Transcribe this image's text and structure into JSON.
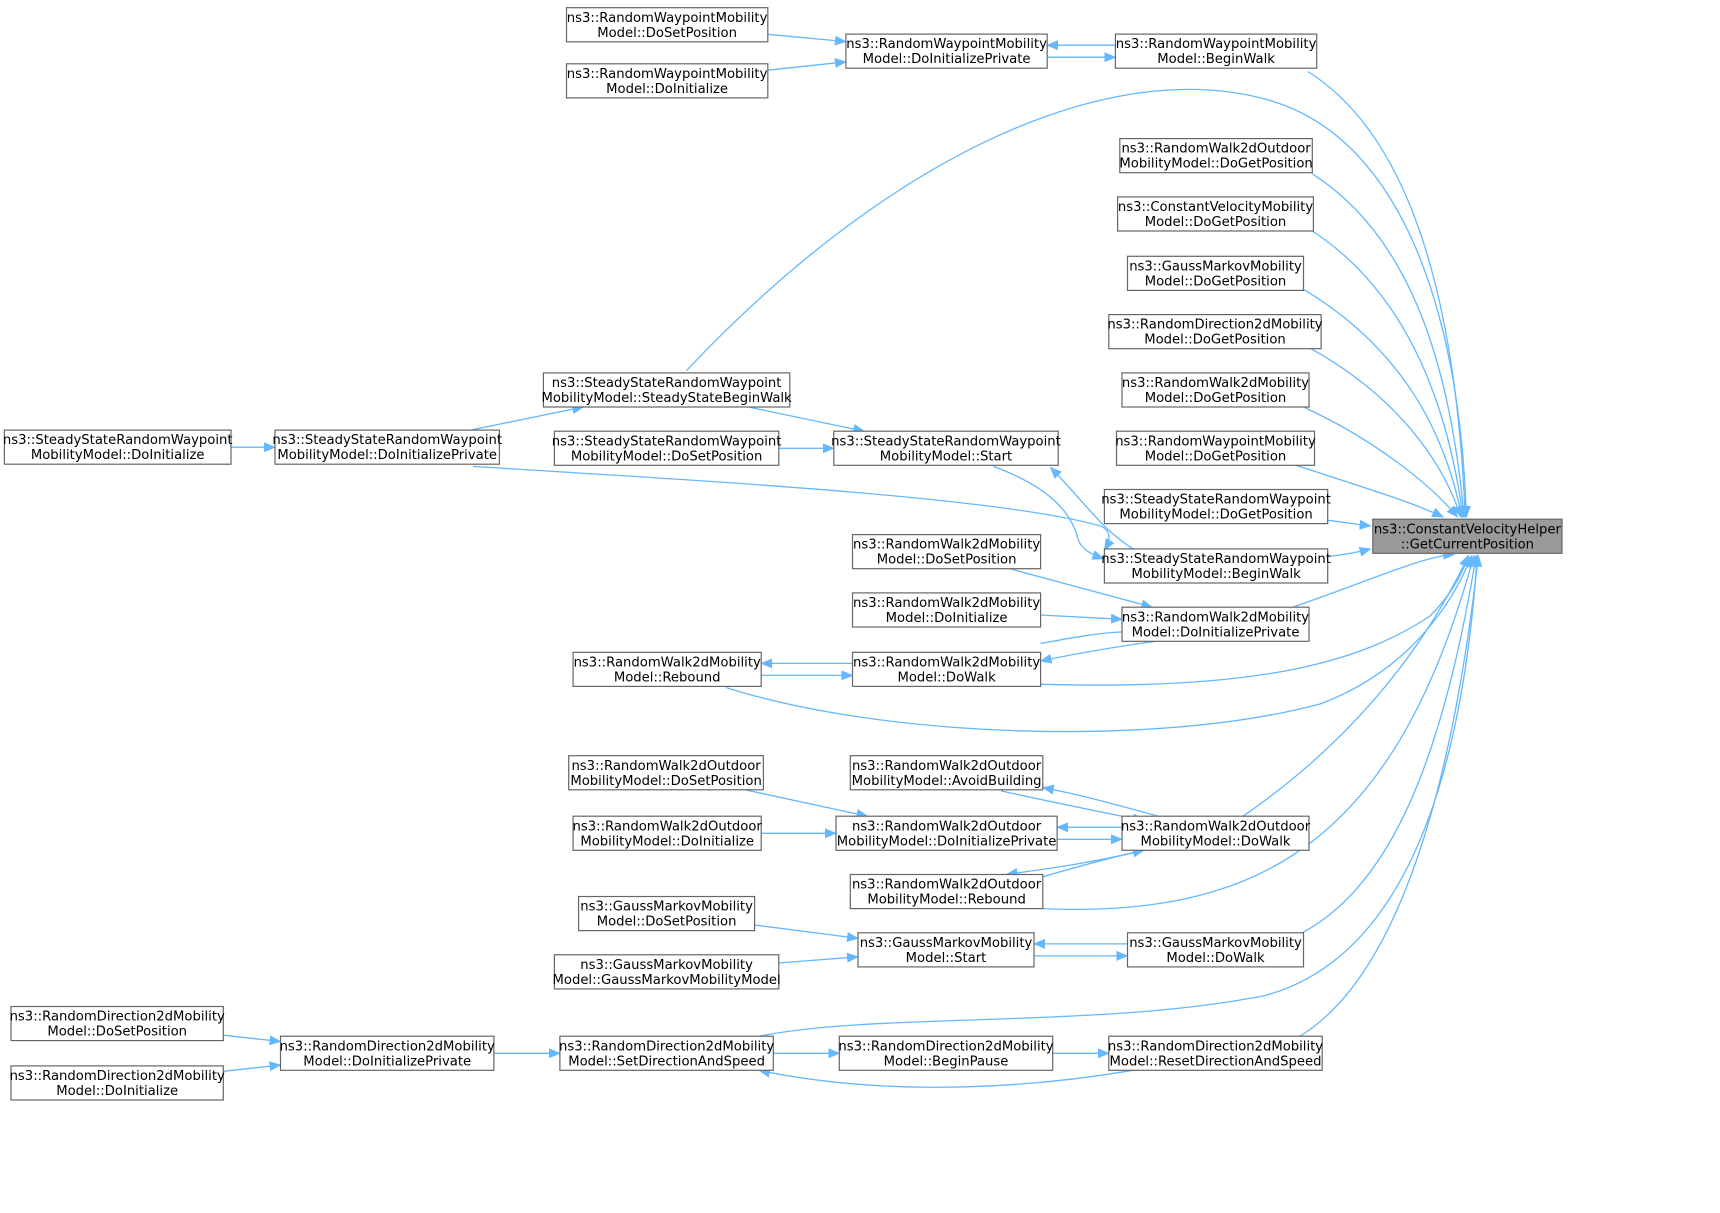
{
  "root_id": "root",
  "colors": {
    "edge": "#63b8ff",
    "node_border": "#666666",
    "root_fill": "#9a9a9a",
    "node_fill": "#ffffff"
  },
  "nodes": [
    {
      "id": "root",
      "lines": [
        "ns3::ConstantVelocityHelper",
        "::GetCurrentPosition"
      ]
    },
    {
      "id": "rwp_dosetpos",
      "lines": [
        "ns3::RandomWaypointMobility",
        "Model::DoSetPosition"
      ]
    },
    {
      "id": "rwp_doinit",
      "lines": [
        "ns3::RandomWaypointMobility",
        "Model::DoInitialize"
      ]
    },
    {
      "id": "rwp_doinitpriv",
      "lines": [
        "ns3::RandomWaypointMobility",
        "Model::DoInitializePrivate"
      ]
    },
    {
      "id": "rwp_beginwalk",
      "lines": [
        "ns3::RandomWaypointMobility",
        "Model::BeginWalk"
      ]
    },
    {
      "id": "rw2do_dogetpos",
      "lines": [
        "ns3::RandomWalk2dOutdoor",
        "MobilityModel::DoGetPosition"
      ]
    },
    {
      "id": "cv_dogetpos",
      "lines": [
        "ns3::ConstantVelocityMobility",
        "Model::DoGetPosition"
      ]
    },
    {
      "id": "gm_dogetpos",
      "lines": [
        "ns3::GaussMarkovMobility",
        "Model::DoGetPosition"
      ]
    },
    {
      "id": "rd2d_dogetpos",
      "lines": [
        "ns3::RandomDirection2dMobility",
        "Model::DoGetPosition"
      ]
    },
    {
      "id": "rw2d_dogetpos",
      "lines": [
        "ns3::RandomWalk2dMobility",
        "Model::DoGetPosition"
      ]
    },
    {
      "id": "rwp_dogetpos",
      "lines": [
        "ns3::RandomWaypointMobility",
        "Model::DoGetPosition"
      ]
    },
    {
      "id": "ssrwp_dogetpos",
      "lines": [
        "ns3::SteadyStateRandomWaypoint",
        "MobilityModel::DoGetPosition"
      ]
    },
    {
      "id": "ssrwp_beginwalk",
      "lines": [
        "ns3::SteadyStateRandomWaypoint",
        "MobilityModel::BeginWalk"
      ]
    },
    {
      "id": "ssrwp_ssbeginwalk",
      "lines": [
        "ns3::SteadyStateRandomWaypoint",
        "MobilityModel::SteadyStateBeginWalk"
      ]
    },
    {
      "id": "ssrwp_doinit",
      "lines": [
        "ns3::SteadyStateRandomWaypoint",
        "MobilityModel::DoInitialize"
      ]
    },
    {
      "id": "ssrwp_doinitpriv",
      "lines": [
        "ns3::SteadyStateRandomWaypoint",
        "MobilityModel::DoInitializePrivate"
      ]
    },
    {
      "id": "ssrwp_dosetpos",
      "lines": [
        "ns3::SteadyStateRandomWaypoint",
        "MobilityModel::DoSetPosition"
      ]
    },
    {
      "id": "ssrwp_start",
      "lines": [
        "ns3::SteadyStateRandomWaypoint",
        "MobilityModel::Start"
      ]
    },
    {
      "id": "rw2d_dosetpos",
      "lines": [
        "ns3::RandomWalk2dMobility",
        "Model::DoSetPosition"
      ]
    },
    {
      "id": "rw2d_doinit",
      "lines": [
        "ns3::RandomWalk2dMobility",
        "Model::DoInitialize"
      ]
    },
    {
      "id": "rw2d_doinitpriv",
      "lines": [
        "ns3::RandomWalk2dMobility",
        "Model::DoInitializePrivate"
      ]
    },
    {
      "id": "rw2d_rebound",
      "lines": [
        "ns3::RandomWalk2dMobility",
        "Model::Rebound"
      ]
    },
    {
      "id": "rw2d_dowalk",
      "lines": [
        "ns3::RandomWalk2dMobility",
        "Model::DoWalk"
      ]
    },
    {
      "id": "rw2do_dosetpos",
      "lines": [
        "ns3::RandomWalk2dOutdoor",
        "MobilityModel::DoSetPosition"
      ]
    },
    {
      "id": "rw2do_avoid",
      "lines": [
        "ns3::RandomWalk2dOutdoor",
        "MobilityModel::AvoidBuilding"
      ]
    },
    {
      "id": "rw2do_doinit",
      "lines": [
        "ns3::RandomWalk2dOutdoor",
        "MobilityModel::DoInitialize"
      ]
    },
    {
      "id": "rw2do_doinitpriv",
      "lines": [
        "ns3::RandomWalk2dOutdoor",
        "MobilityModel::DoInitializePrivate"
      ]
    },
    {
      "id": "rw2do_dowalk",
      "lines": [
        "ns3::RandomWalk2dOutdoor",
        "MobilityModel::DoWalk"
      ]
    },
    {
      "id": "rw2do_rebound",
      "lines": [
        "ns3::RandomWalk2dOutdoor",
        "MobilityModel::Rebound"
      ]
    },
    {
      "id": "gm_dosetpos",
      "lines": [
        "ns3::GaussMarkovMobility",
        "Model::DoSetPosition"
      ]
    },
    {
      "id": "gm_ctor",
      "lines": [
        "ns3::GaussMarkovMobility",
        "Model::GaussMarkovMobilityModel"
      ]
    },
    {
      "id": "gm_start",
      "lines": [
        "ns3::GaussMarkovMobility",
        "Model::Start"
      ]
    },
    {
      "id": "gm_dowalk",
      "lines": [
        "ns3::GaussMarkovMobility",
        "Model::DoWalk"
      ]
    },
    {
      "id": "rd2d_dosetpos",
      "lines": [
        "ns3::RandomDirection2dMobility",
        "Model::DoSetPosition"
      ]
    },
    {
      "id": "rd2d_doinit",
      "lines": [
        "ns3::RandomDirection2dMobility",
        "Model::DoInitialize"
      ]
    },
    {
      "id": "rd2d_doinitpriv",
      "lines": [
        "ns3::RandomDirection2dMobility",
        "Model::DoInitializePrivate"
      ]
    },
    {
      "id": "rd2d_setdir",
      "lines": [
        "ns3::RandomDirection2dMobility",
        "Model::SetDirectionAndSpeed"
      ]
    },
    {
      "id": "rd2d_beginpause",
      "lines": [
        "ns3::RandomDirection2dMobility",
        "Model::BeginPause"
      ]
    },
    {
      "id": "rd2d_resetdir",
      "lines": [
        "ns3::RandomDirection2dMobility",
        "Model::ResetDirectionAndSpeed"
      ]
    }
  ],
  "edges": [
    {
      "from": "rwp_dosetpos",
      "to": "rwp_doinitpriv"
    },
    {
      "from": "rwp_doinit",
      "to": "rwp_doinitpriv"
    },
    {
      "from": "rwp_doinitpriv",
      "to": "rwp_beginwalk"
    },
    {
      "from": "rwp_beginwalk",
      "to": "rwp_doinitpriv"
    },
    {
      "from": "rwp_beginwalk",
      "to": "root"
    },
    {
      "from": "rw2do_dogetpos",
      "to": "root"
    },
    {
      "from": "cv_dogetpos",
      "to": "root"
    },
    {
      "from": "gm_dogetpos",
      "to": "root"
    },
    {
      "from": "rd2d_dogetpos",
      "to": "root"
    },
    {
      "from": "rw2d_dogetpos",
      "to": "root"
    },
    {
      "from": "rwp_dogetpos",
      "to": "root"
    },
    {
      "from": "ssrwp_dogetpos",
      "to": "root"
    },
    {
      "from": "ssrwp_beginwalk",
      "to": "root"
    },
    {
      "from": "ssrwp_ssbeginwalk",
      "to": "root"
    },
    {
      "from": "ssrwp_doinit",
      "to": "ssrwp_doinitpriv"
    },
    {
      "from": "ssrwp_doinitpriv",
      "to": "ssrwp_ssbeginwalk"
    },
    {
      "from": "ssrwp_doinitpriv",
      "to": "ssrwp_beginwalk"
    },
    {
      "from": "ssrwp_ssbeginwalk",
      "to": "ssrwp_start"
    },
    {
      "from": "ssrwp_dosetpos",
      "to": "ssrwp_start"
    },
    {
      "from": "ssrwp_start",
      "to": "ssrwp_beginwalk"
    },
    {
      "from": "ssrwp_beginwalk",
      "to": "ssrwp_start"
    },
    {
      "from": "rw2d_dosetpos",
      "to": "rw2d_doinitpriv"
    },
    {
      "from": "rw2d_doinit",
      "to": "rw2d_doinitpriv"
    },
    {
      "from": "rw2d_doinitpriv",
      "to": "rw2d_dowalk"
    },
    {
      "from": "rw2d_dowalk",
      "to": "rw2d_doinitpriv"
    },
    {
      "from": "rw2d_doinitpriv",
      "to": "root"
    },
    {
      "from": "rw2d_dowalk",
      "to": "rw2d_rebound"
    },
    {
      "from": "rw2d_rebound",
      "to": "rw2d_dowalk"
    },
    {
      "from": "rw2d_dowalk",
      "to": "root"
    },
    {
      "from": "rw2d_rebound",
      "to": "root"
    },
    {
      "from": "rw2do_dosetpos",
      "to": "rw2do_doinitpriv"
    },
    {
      "from": "rw2do_doinit",
      "to": "rw2do_doinitpriv"
    },
    {
      "from": "rw2do_doinitpriv",
      "to": "rw2do_dowalk"
    },
    {
      "from": "rw2do_dowalk",
      "to": "rw2do_doinitpriv"
    },
    {
      "from": "rw2do_dowalk",
      "to": "rw2do_avoid"
    },
    {
      "from": "rw2do_avoid",
      "to": "rw2do_dowalk"
    },
    {
      "from": "rw2do_dowalk",
      "to": "rw2do_rebound"
    },
    {
      "from": "rw2do_rebound",
      "to": "rw2do_dowalk"
    },
    {
      "from": "rw2do_dowalk",
      "to": "root"
    },
    {
      "from": "rw2do_rebound",
      "to": "root"
    },
    {
      "from": "gm_dosetpos",
      "to": "gm_start"
    },
    {
      "from": "gm_ctor",
      "to": "gm_start"
    },
    {
      "from": "gm_start",
      "to": "gm_dowalk"
    },
    {
      "from": "gm_dowalk",
      "to": "gm_start"
    },
    {
      "from": "gm_dowalk",
      "to": "root"
    },
    {
      "from": "rd2d_dosetpos",
      "to": "rd2d_doinitpriv"
    },
    {
      "from": "rd2d_doinit",
      "to": "rd2d_doinitpriv"
    },
    {
      "from": "rd2d_doinitpriv",
      "to": "rd2d_setdir"
    },
    {
      "from": "rd2d_setdir",
      "to": "rd2d_beginpause"
    },
    {
      "from": "rd2d_beginpause",
      "to": "rd2d_resetdir"
    },
    {
      "from": "rd2d_resetdir",
      "to": "rd2d_setdir"
    },
    {
      "from": "rd2d_setdir",
      "to": "root"
    },
    {
      "from": "rd2d_resetdir",
      "to": "root"
    }
  ]
}
